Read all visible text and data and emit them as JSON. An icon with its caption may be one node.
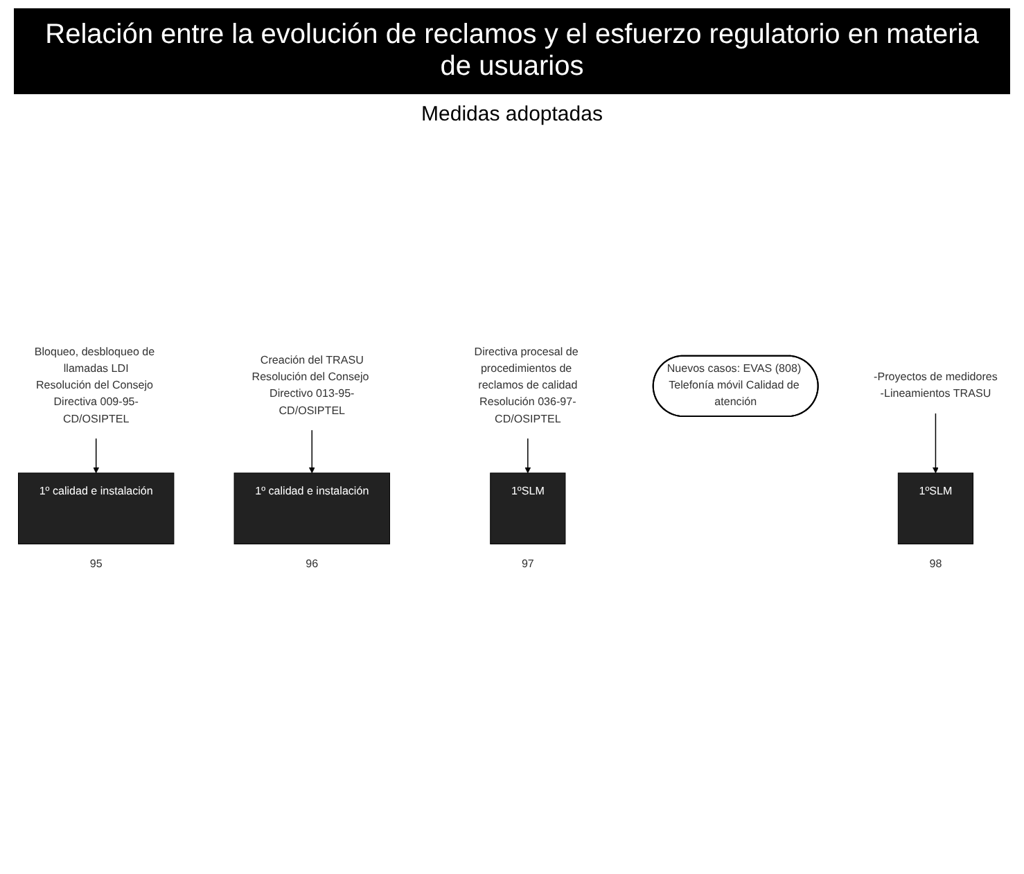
{
  "diagram": {
    "title": "Relación entre la evolución de reclamos y el esfuerzo regulatorio en materia de usuarios",
    "nodes": [
      {
        "text": [
          "Bloqueo, desbloqueo de llamadas LDI",
          "Resolución del Consejo Directiva 009-95-CD/OSIPTEL"
        ]
      },
      {
        "text": [
          "Creación del TRASU",
          "Resolución del Consejo Directivo 013-95-CD/OSIPTEL"
        ]
      },
      {
        "text": [
          "Directiva procesal de procedimientos de reclamos de calidad",
          "Resolución 036-97-CD/OSIPTEL"
        ]
      },
      {
        "text": [
          "Nuevos casos: EVAS (808) Telefonía móvil Calidad de atención"
        ]
      },
      {
        "text": [
          "1º calidad e instalación"
        ],
        "beside": [
          "95"
        ]
      },
      {
        "text": [
          "1º calidad e instalación"
        ],
        "beside": [
          "96"
        ]
      },
      {
        "text": [
          "1ºSLM"
        ],
        "beside": [
          "97"
        ]
      },
      {
        "text": [
          "1ºSLM"
        ],
        "beside": [
          "98"
        ]
      },
      {
        "text": [
          "-Proyectos de medidores",
          "-Lineamientos TRASU"
        ]
      }
    ],
    "edges": [
      {
        "from": 0,
        "to": 4,
        "arrow": "to"
      },
      {
        "from": 1,
        "to": 5,
        "arrow": "to"
      },
      {
        "from": 2,
        "to": 6,
        "arrow": "to"
      },
      {
        "from": 8,
        "to": 7,
        "arrow": "to"
      }
    ],
    "labels": [
      "Medidas adoptadas"
    ]
  }
}
